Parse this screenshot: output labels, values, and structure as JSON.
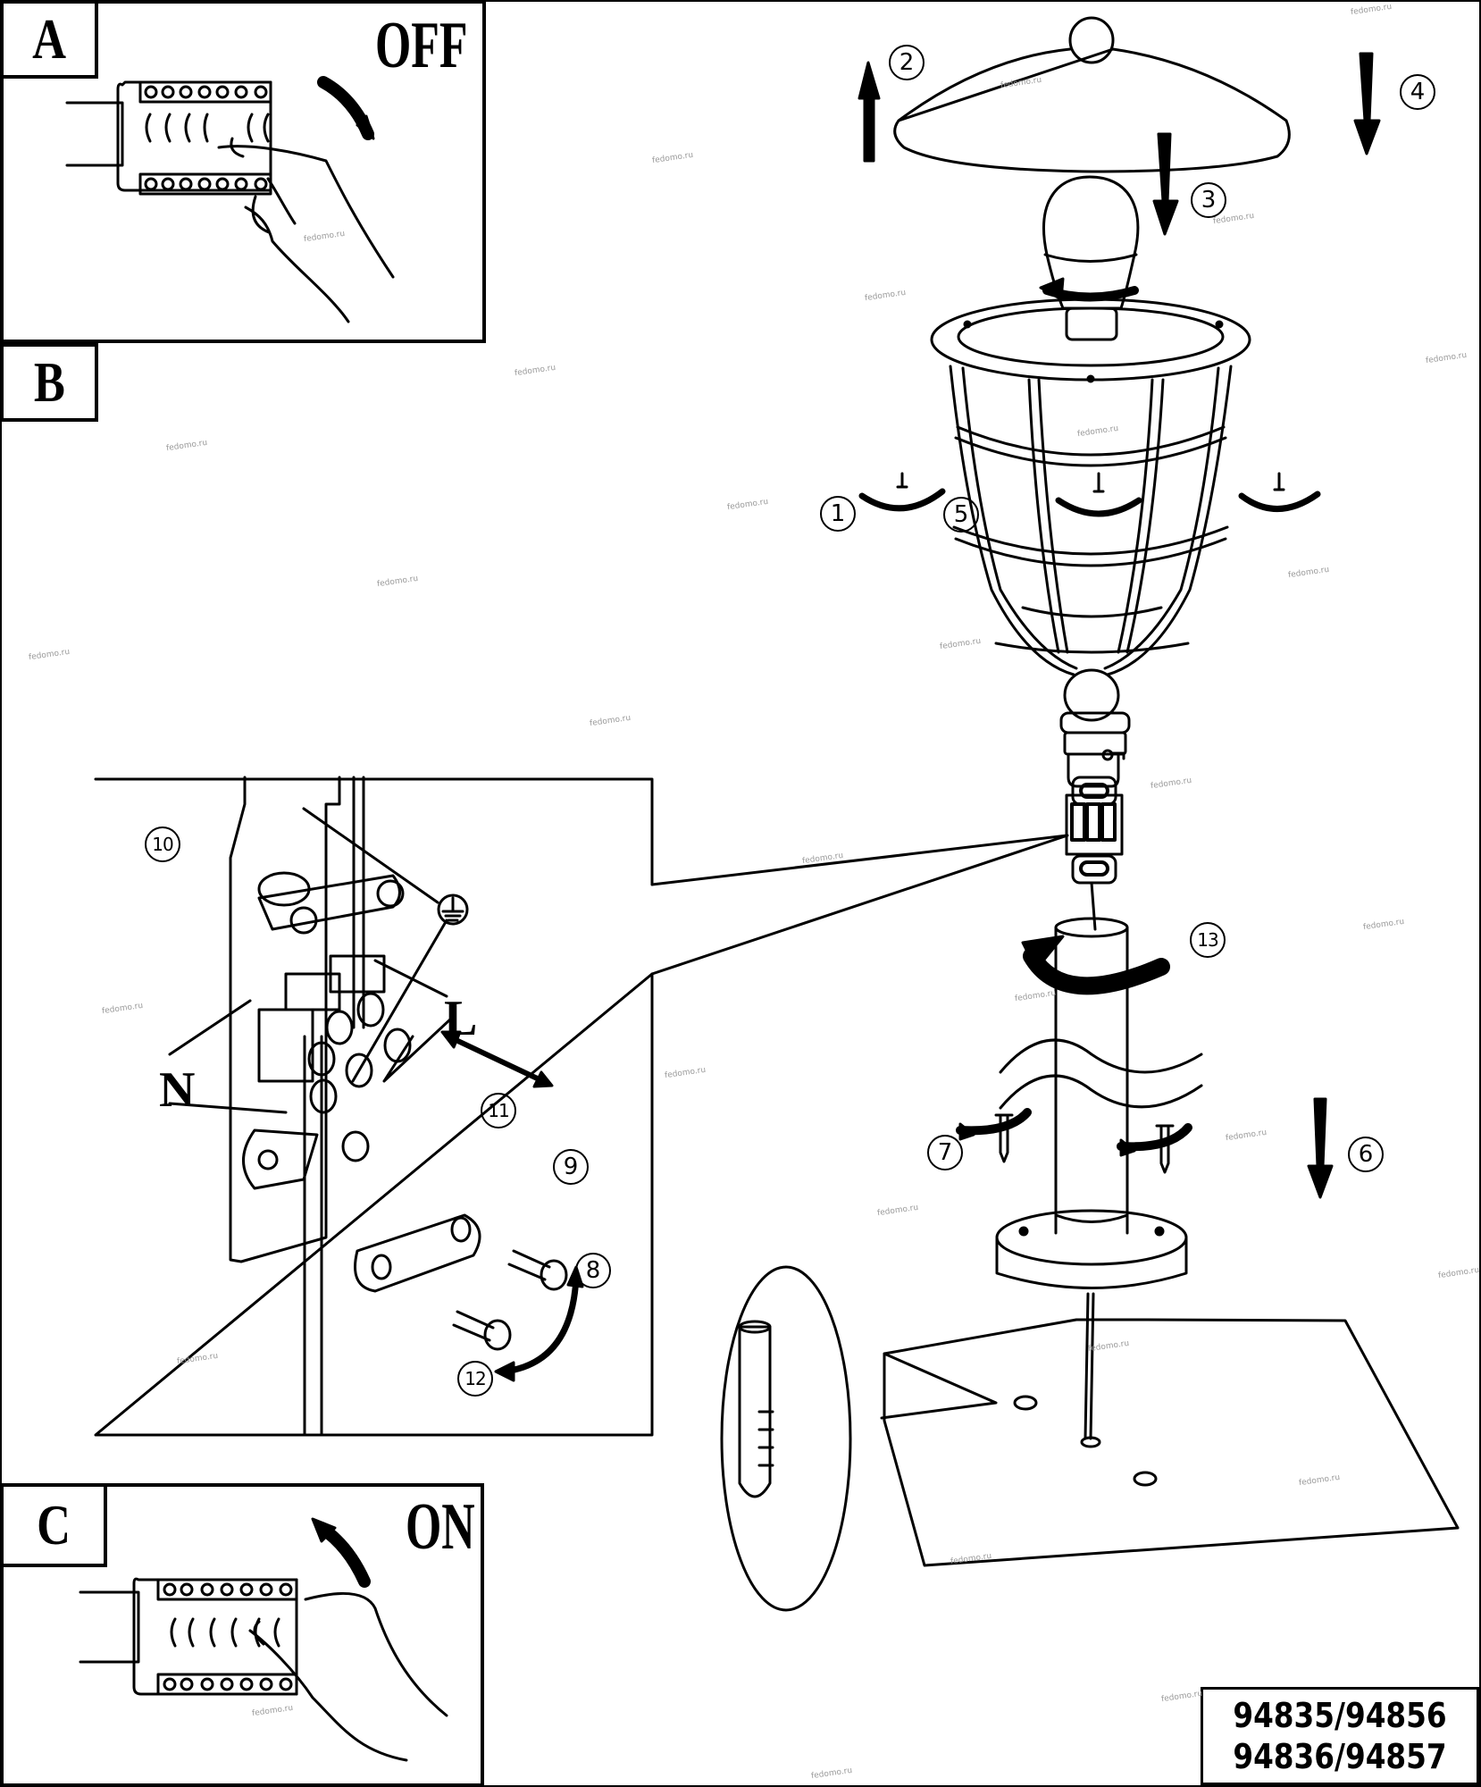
{
  "document": {
    "type": "assembly-instructions",
    "sections": {
      "A": {
        "label": "A",
        "caption": "OFF"
      },
      "B": {
        "label": "B"
      },
      "C": {
        "label": "C",
        "caption": "ON"
      }
    },
    "steps": {
      "s1": "1",
      "s2": "2",
      "s3": "3",
      "s4": "4",
      "s5": "5",
      "s6": "6",
      "s7": "7",
      "s8": "8",
      "s9": "9",
      "s10": "10",
      "s11": "11",
      "s12": "12",
      "s13": "13"
    },
    "wiring": {
      "neutral_label": "N",
      "live_label": "L",
      "earth_symbol": "protective-earth"
    },
    "model_numbers": [
      "94835/94856",
      "94836/94857"
    ],
    "watermark": "fedomo.ru"
  }
}
